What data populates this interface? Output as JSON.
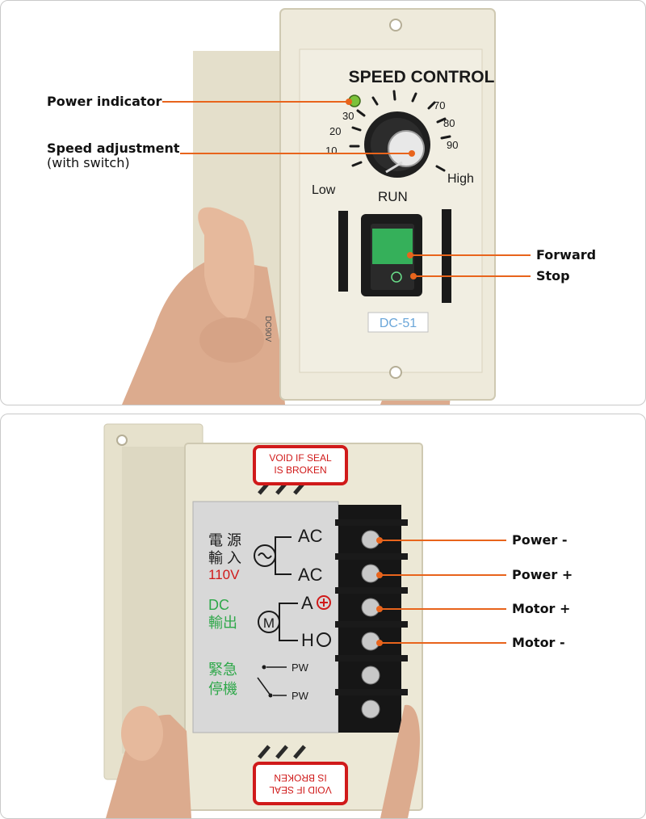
{
  "top_panel": {
    "device": {
      "title": "SPEED CONTROL",
      "dial_numbers": [
        "10",
        "20",
        "30",
        "70",
        "80",
        "90"
      ],
      "low_label": "Low",
      "high_label": "High",
      "run_label": "RUN",
      "model_label": "DC-51",
      "side_text": "DC90V"
    },
    "callouts": {
      "power_indicator": "Power indicator",
      "speed_adjustment_line1": "Speed adjustment",
      "speed_adjustment_line2": "(with switch)",
      "forward": "Forward",
      "stop": "Stop"
    }
  },
  "bottom_panel": {
    "device": {
      "seal_top_line1": "VOID IF SEAL",
      "seal_top_line2": "IS BROKEN",
      "seal_bottom_line1": "VOID IF SEAL",
      "seal_bottom_line2": "IS BROKEN",
      "label_power_cn_line1": "電 源",
      "label_power_cn_line2": "輸 入",
      "label_voltage": "110V",
      "label_dc_line1": "DC",
      "label_dc_line2": "輸出",
      "label_emergency_line1": "緊急",
      "label_emergency_line2": "停機",
      "terminal_ac1": "AC",
      "terminal_ac2": "AC",
      "terminal_a": "A",
      "terminal_h": "H",
      "terminal_pw1": "PW",
      "terminal_pw2": "PW",
      "motor_symbol": "M"
    },
    "callouts": {
      "power_minus": "Power -",
      "power_plus": "Power +",
      "motor_plus": "Motor +",
      "motor_minus": "Motor -"
    }
  },
  "colors": {
    "accent_leader": "#e8641c",
    "device_body": "#ece8d6",
    "label_red": "#d01a1a",
    "label_green": "#2fa84a",
    "switch_green": "#35b05a"
  }
}
